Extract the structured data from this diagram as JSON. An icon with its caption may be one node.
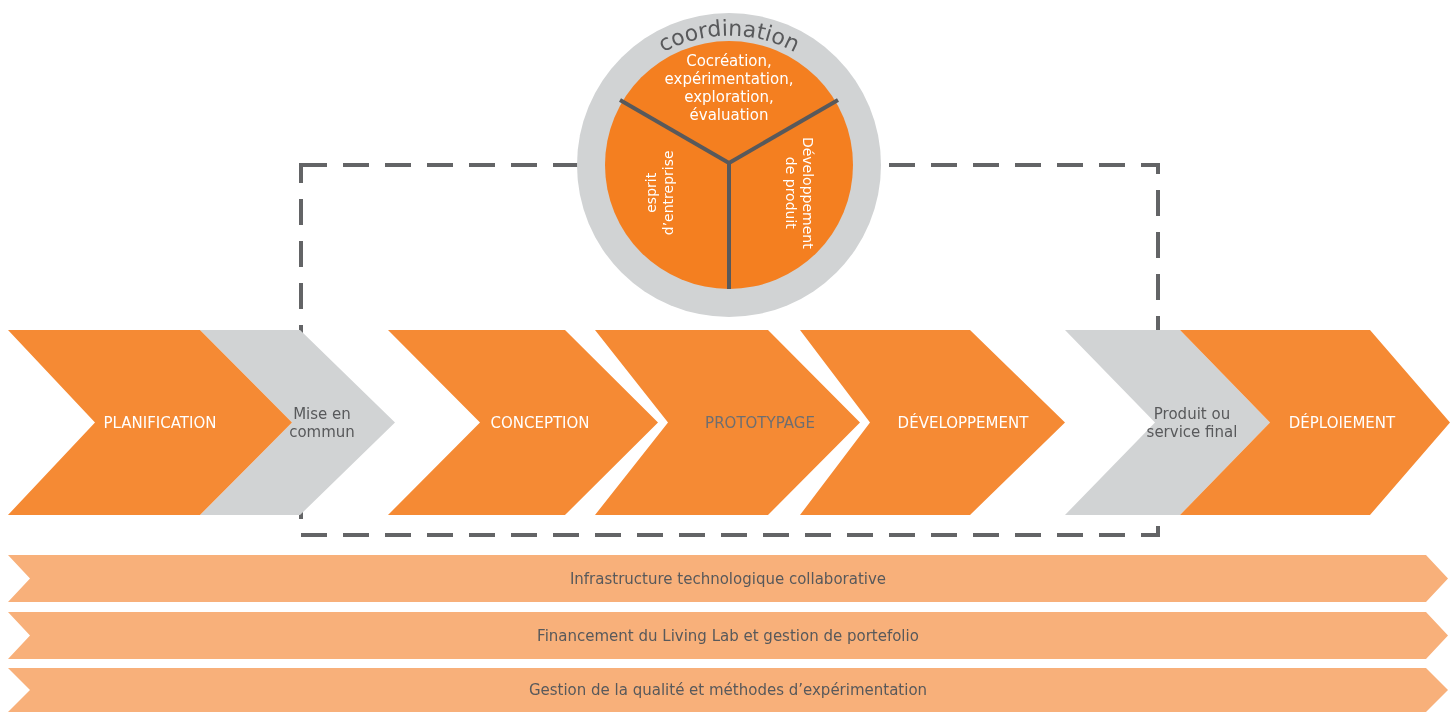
{
  "diagram": {
    "nodes": [
      {
        "text": [
          "coordination"
        ]
      },
      {
        "text": [
          "Cocréation, expérimentation, exploration, évaluation"
        ],
        "in": 0
      },
      {
        "text": [
          "esprit d’entreprise"
        ],
        "in": 0
      },
      {
        "text": [
          "Développement de produit"
        ],
        "in": 0
      },
      {
        "text": [
          "PLANIFICATION"
        ]
      },
      {
        "text": [
          "Mise en commun"
        ]
      },
      {
        "text": [
          "CONCEPTION"
        ]
      },
      {
        "text": [
          "PROTOTYPAGE"
        ]
      },
      {
        "text": [
          "DÉVELOPPEMENT"
        ]
      },
      {
        "text": [
          "Produit ou service final"
        ]
      },
      {
        "text": [
          "DÉPLOIEMENT"
        ]
      },
      {
        "text": [
          "Infrastructure technologique collaborative"
        ]
      },
      {
        "text": [
          "Financement du Living Lab et gestion de portefolio"
        ]
      },
      {
        "text": [
          "Gestion de la qualité et méthodes d’expérimentation"
        ]
      }
    ]
  }
}
